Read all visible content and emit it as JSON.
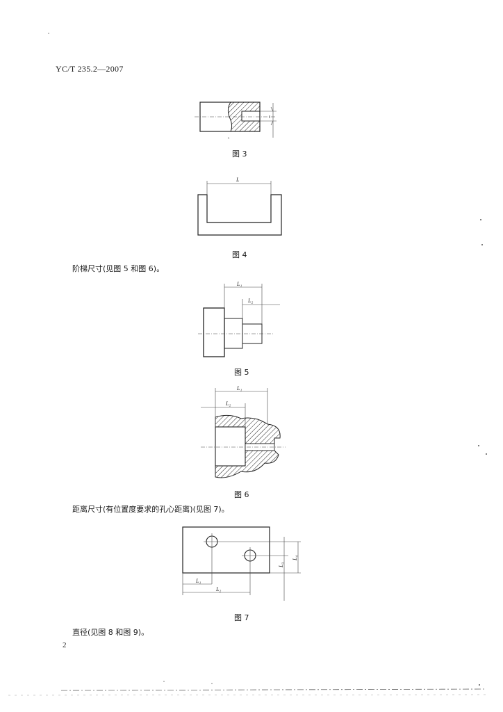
{
  "document": {
    "header": "YC/T 235.2—2007",
    "page_number": "2"
  },
  "figures": {
    "fig3": {
      "caption": "图 3"
    },
    "fig4": {
      "caption": "图 4",
      "dim_L": "L"
    },
    "fig5": {
      "caption": "图 5",
      "dim_L1": "L₁",
      "dim_L2": "L₂"
    },
    "fig6": {
      "caption": "图 6",
      "dim_L1": "L₁",
      "dim_L2": "L₂"
    },
    "fig7": {
      "caption": "图 7",
      "dim_L1": "L₁",
      "dim_L2": "L₂",
      "dim_L3": "L₃",
      "dim_L4": "L₄"
    }
  },
  "paragraphs": {
    "step": "阶梯尺寸(见图 5 和图 6)。",
    "distance": "距离尺寸(有位置度要求的孔心距离)(见图 7)。",
    "diameter": "直径(见图 8 和图 9)。"
  }
}
